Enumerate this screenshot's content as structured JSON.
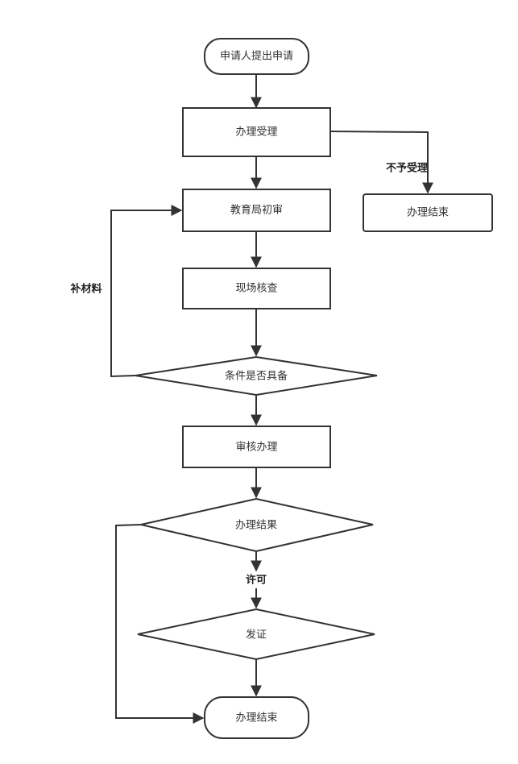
{
  "nodes": {
    "start": "申请人提出申请",
    "accept": "办理受理",
    "reject_end": "办理结束",
    "edu_review": "教育局初审",
    "site_check": "现场核查",
    "condition": "条件是否具备",
    "review_handle": "审核办理",
    "result": "办理结果",
    "certificate": "发证",
    "end": "办理结束"
  },
  "edge_labels": {
    "reject": "不予受理",
    "supplement": "补材料",
    "permit": "许可"
  }
}
